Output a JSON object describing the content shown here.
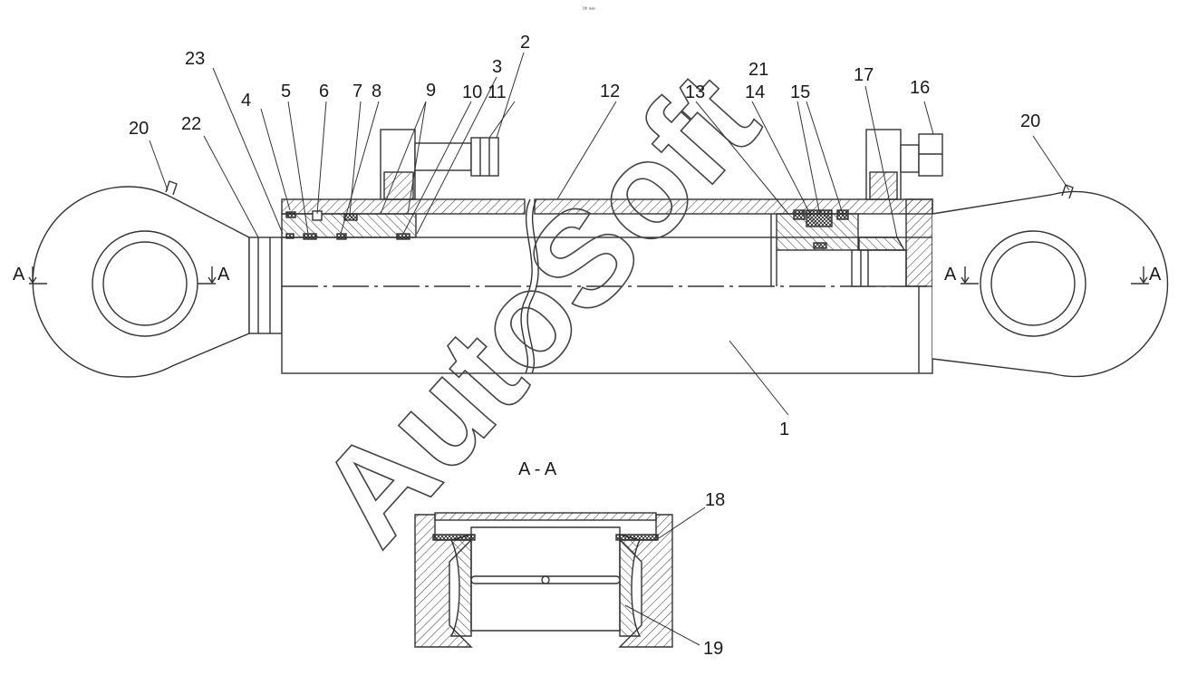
{
  "header_mark": "ᴰᵇ ᵃᵃᵃ",
  "watermark": "AutoSoft",
  "section_title": "A - A",
  "section_markers": {
    "left_a": "A",
    "left_b": "A",
    "right_a": "A",
    "right_b": "A"
  },
  "callouts": {
    "c1": "1",
    "c2": "2",
    "c3": "3",
    "c4": "4",
    "c5": "5",
    "c6": "6",
    "c7": "7",
    "c8": "8",
    "c9": "9",
    "c10": "10",
    "c11": "11",
    "c12": "12",
    "c13": "13",
    "c14": "14",
    "c15": "15",
    "c16": "16",
    "c17": "17",
    "c18": "18",
    "c19": "19",
    "c20_left": "20",
    "c20_right": "20",
    "c21": "21",
    "c22": "22",
    "c23": "23"
  }
}
